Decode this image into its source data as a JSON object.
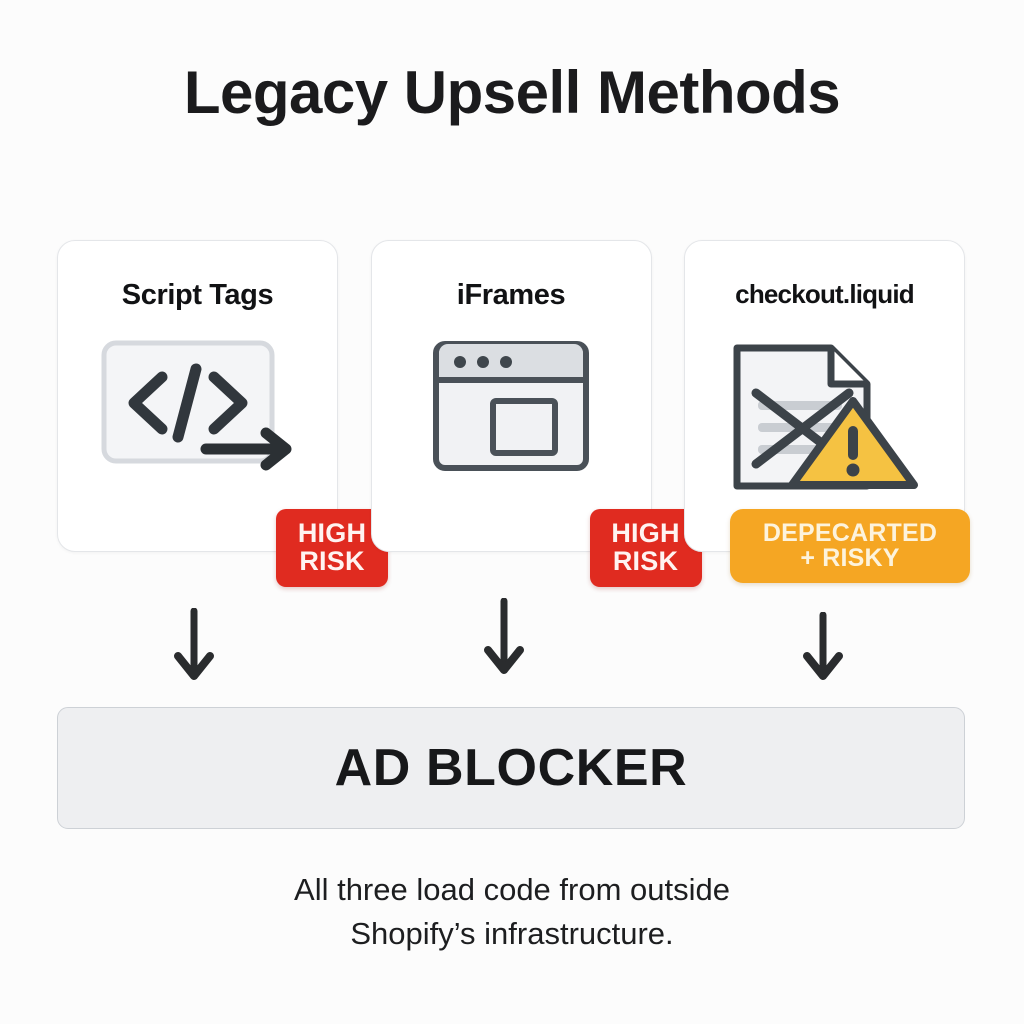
{
  "page": {
    "title": "Legacy Upsell Methods",
    "background_color": "#FCFCFC"
  },
  "cards": [
    {
      "title": "Script Tags",
      "icon": "code-brackets-icon",
      "badge": {
        "line1": "HIGH",
        "line2": "RISK",
        "style": "red",
        "color": "#E02B20",
        "text_color": "#FFF3F1"
      }
    },
    {
      "title": "iFrames",
      "icon": "browser-window-icon",
      "badge": {
        "line1": "HIGH",
        "line2": "RISK",
        "style": "red",
        "color": "#E02B20",
        "text_color": "#FFF3F1"
      }
    },
    {
      "title": "checkout.liquid",
      "icon": "document-crossed-out-warning-icon",
      "badge": {
        "line1": "DEPECARTED",
        "line2": "+ RISKY",
        "style": "orange",
        "color": "#F5A623",
        "text_color": "#FDF3DC"
      }
    }
  ],
  "arrows": {
    "count": 3,
    "direction": "down",
    "color": "#2A2C2E"
  },
  "blocker": {
    "label": "AD BLOCKER",
    "fill_color": "#EEEFF1",
    "border_color": "#CDD1D6"
  },
  "caption": {
    "line1": "All three load code from outside",
    "line2": "Shopify’s infrastructure."
  }
}
